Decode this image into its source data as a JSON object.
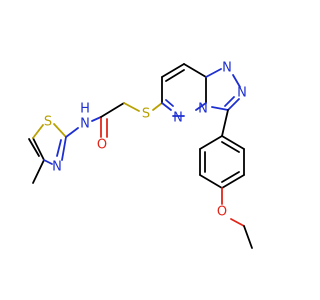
{
  "molecule": {
    "colors": {
      "carbon_bond": "#000000",
      "nitrogen": "#1d2fd0",
      "oxygen": "#e0261a",
      "sulfur": "#b9a100"
    },
    "atom_labels": {
      "thiazole_s": "S",
      "thiazole_n": "N",
      "amide_nh": "N",
      "amide_h": "H",
      "carbonyl_o": "O",
      "thioether_s": "S",
      "pyridazine_n1": "N",
      "pyridazine_n2": "N",
      "triazole_n_top": "N",
      "triazole_n_right": "N",
      "ether_o": "O"
    }
  }
}
